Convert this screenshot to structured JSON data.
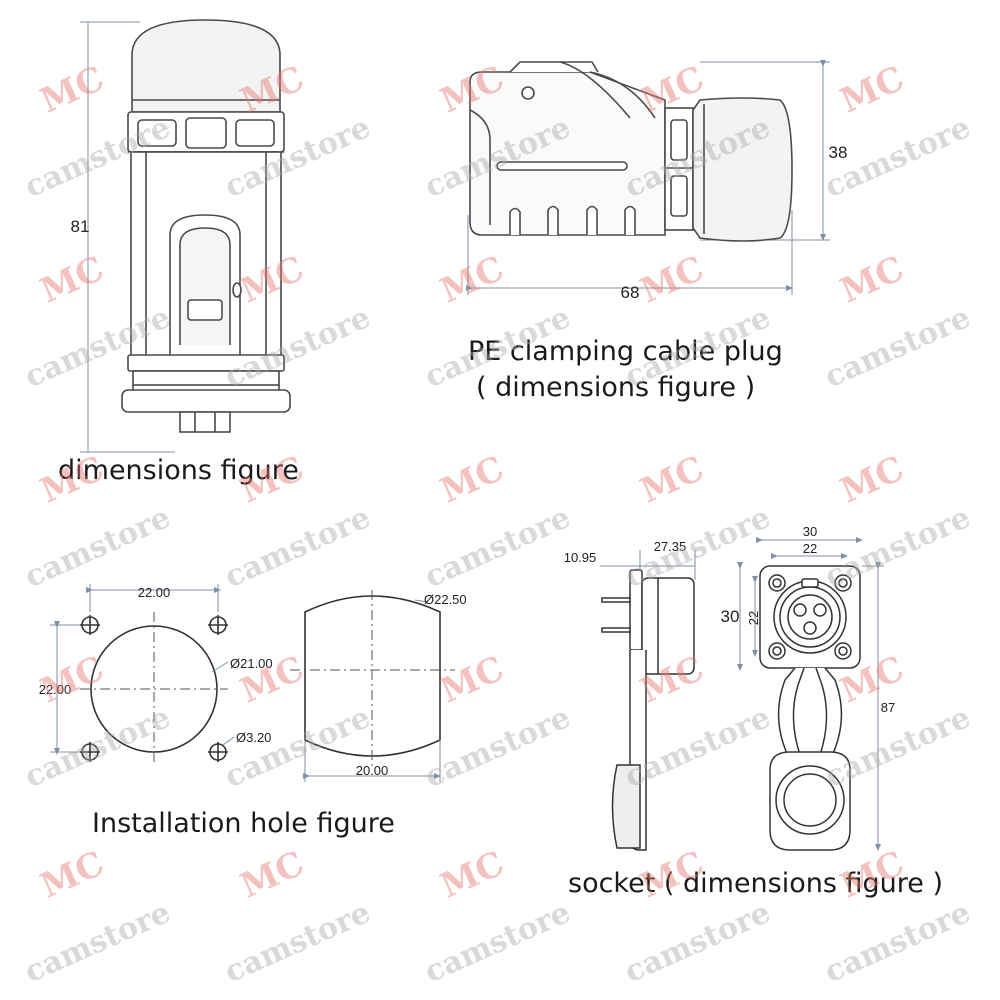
{
  "captions": {
    "front_dimensions": "dimensions figure",
    "plug_title": "PE  clamping cable plug",
    "plug_subtitle": "( dimensions figure )",
    "installation": "Installation hole figure",
    "socket": "socket ( dimensions figure )"
  },
  "dimensions": {
    "front_height": "81",
    "plug_height": "38",
    "plug_length": "68",
    "hole_spacing_x": "22.00",
    "hole_spacing_y": "22.00",
    "hole_diameter": "Ø21.00",
    "screw_hole": "Ø3.20",
    "cutout_diameter": "Ø22.50",
    "cutout_flat": "20.00",
    "socket_depth_a": "10.95",
    "socket_depth_b": "27.35",
    "socket_width_outer": "30",
    "socket_width_inner": "22",
    "socket_height_outer": "30",
    "socket_height_inner": "22",
    "socket_total_length": "87"
  },
  "watermarks": {
    "brand": "MC",
    "store": "camstore"
  },
  "colors": {
    "line": "#4a4a4a",
    "dim_line": "#7f8fa6",
    "watermark_brand": "#e7786e",
    "watermark_store": "#aaaaaa"
  }
}
